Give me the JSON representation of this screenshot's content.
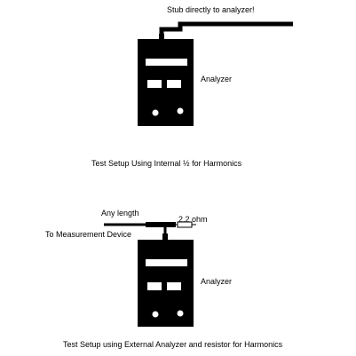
{
  "top_setup": {
    "stub_note": "Stub directly to analyzer!",
    "device_label": "Analyzer",
    "caption": "Test Setup Using Internal ½ for Harmonics"
  },
  "bottom_setup": {
    "length_note": "Any length",
    "resistor_label": "2.2 ohm",
    "measurement_label": "To Measurement Device",
    "device_label": "Analyzer",
    "caption": "Test Setup using External Analyzer and resistor for Harmonics"
  },
  "colors": {
    "device_body": "#000000",
    "device_panel": "#ffffff",
    "background": "#ffffff"
  }
}
